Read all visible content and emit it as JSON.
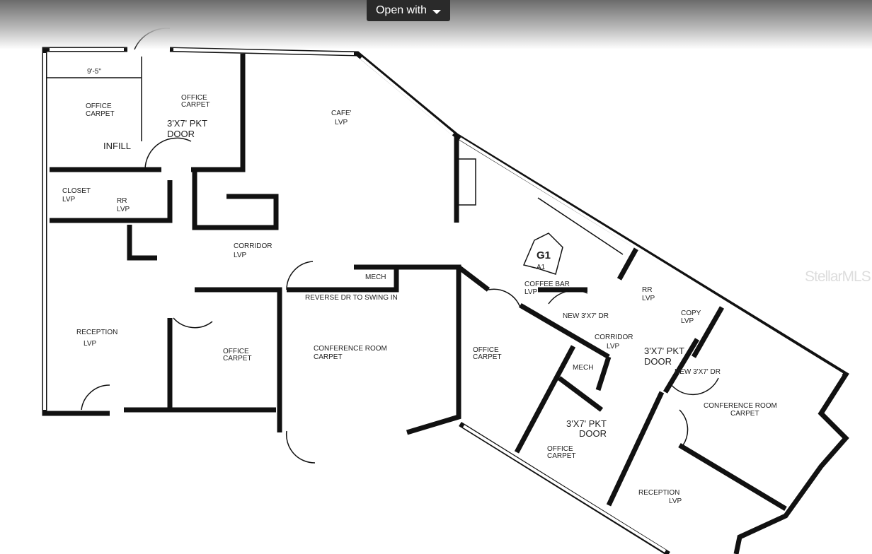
{
  "viewer": {
    "open_with_label": "Open with",
    "watermark": "StellarMLS"
  },
  "plan": {
    "dimension": "9'-5\"",
    "rooms": [
      {
        "name": "OFFICE",
        "floor": "CARPET"
      },
      {
        "name": "OFFICE",
        "floor": "CARPET"
      },
      {
        "name": "CAFE'",
        "floor": "LVP"
      },
      {
        "name": "CLOSET",
        "floor": "LVP"
      },
      {
        "name": "RR",
        "floor": "LVP"
      },
      {
        "name": "CORRIDOR",
        "floor": "LVP"
      },
      {
        "name": "RECEPTION",
        "floor": "LVP"
      },
      {
        "name": "OFFICE",
        "floor": "CARPET"
      },
      {
        "name": "CONFERENCE ROOM",
        "floor": "CARPET"
      },
      {
        "name": "OFFICE",
        "floor": "CARPET"
      },
      {
        "name": "COFFEE BAR",
        "floor": "LVP"
      },
      {
        "name": "RR",
        "floor": "LVP"
      },
      {
        "name": "COPY",
        "floor": "LVP"
      },
      {
        "name": "CORRIDOR",
        "floor": "LVP"
      },
      {
        "name": "CONFERENCE ROOM",
        "floor": "CARPET"
      },
      {
        "name": "OFFICE",
        "floor": "CARPET"
      },
      {
        "name": "RECEPTION",
        "floor": "LVP"
      }
    ],
    "mech_labels": [
      "MECH",
      "MECH"
    ],
    "notes": {
      "pkt_door_1a": "3'X7' PKT",
      "pkt_door_1b": "DOOR",
      "infill": "INFILL",
      "reverse_dr": "REVERSE DR TO SWING IN",
      "new_dr_1": "NEW 3'X7' DR",
      "new_dr_2": "NEW 3'X7' DR",
      "pkt_door_2a": "3'X7' PKT",
      "pkt_door_2b": "DOOR",
      "pkt_door_3a": "3'X7' PKT",
      "pkt_door_3b": "DOOR"
    },
    "elevation_tag": {
      "id": "G1",
      "sheet": "A1"
    }
  }
}
